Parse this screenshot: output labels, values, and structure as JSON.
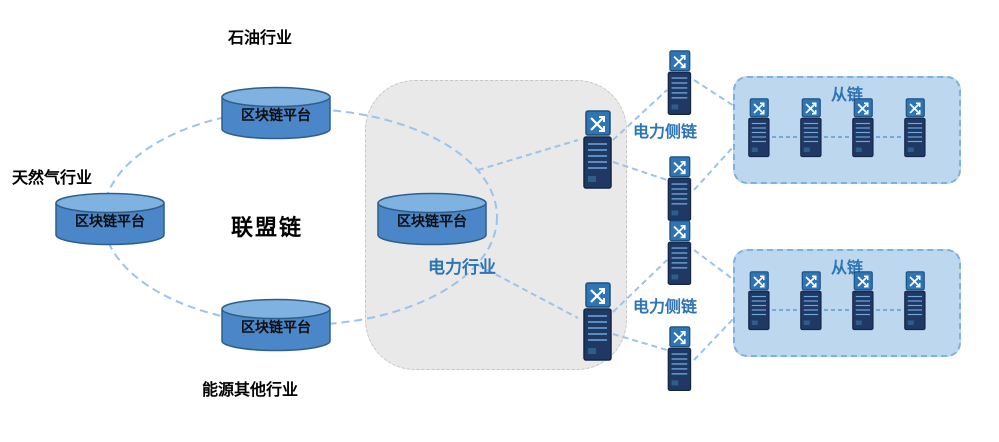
{
  "title": "联盟链",
  "labels": {
    "oil": "石油行业",
    "gas": "天然气行业",
    "other_energy": "能源其他行业",
    "power_industry": "电力行业"
  },
  "platforms": {
    "oil": "区块链平台",
    "gas": "区块链平台",
    "other": "区块链平台",
    "power": "区块链平台"
  },
  "sidechains": [
    {
      "name": "电力侧链",
      "subchain": {
        "title": "从链",
        "node_count": 4
      }
    },
    {
      "name": "电力侧链",
      "subchain": {
        "title": "从链",
        "node_count": 4
      }
    }
  ],
  "icons": {
    "database_icon": "blue-cylinder",
    "switch_icon": "crossed-arrows-switch",
    "server_icon": "server-tower"
  },
  "colors": {
    "cylinder_fill": "#4a86c8",
    "cylinder_top": "#7fb2e0",
    "server_fill": "#1f3864",
    "switch_fill": "#2e75b6",
    "accent_blue": "#2e74b5",
    "dashed_line": "#9dc3e6",
    "subchain_box_fill": "#bdd7ee",
    "power_box_fill": "#e9e9e9"
  }
}
